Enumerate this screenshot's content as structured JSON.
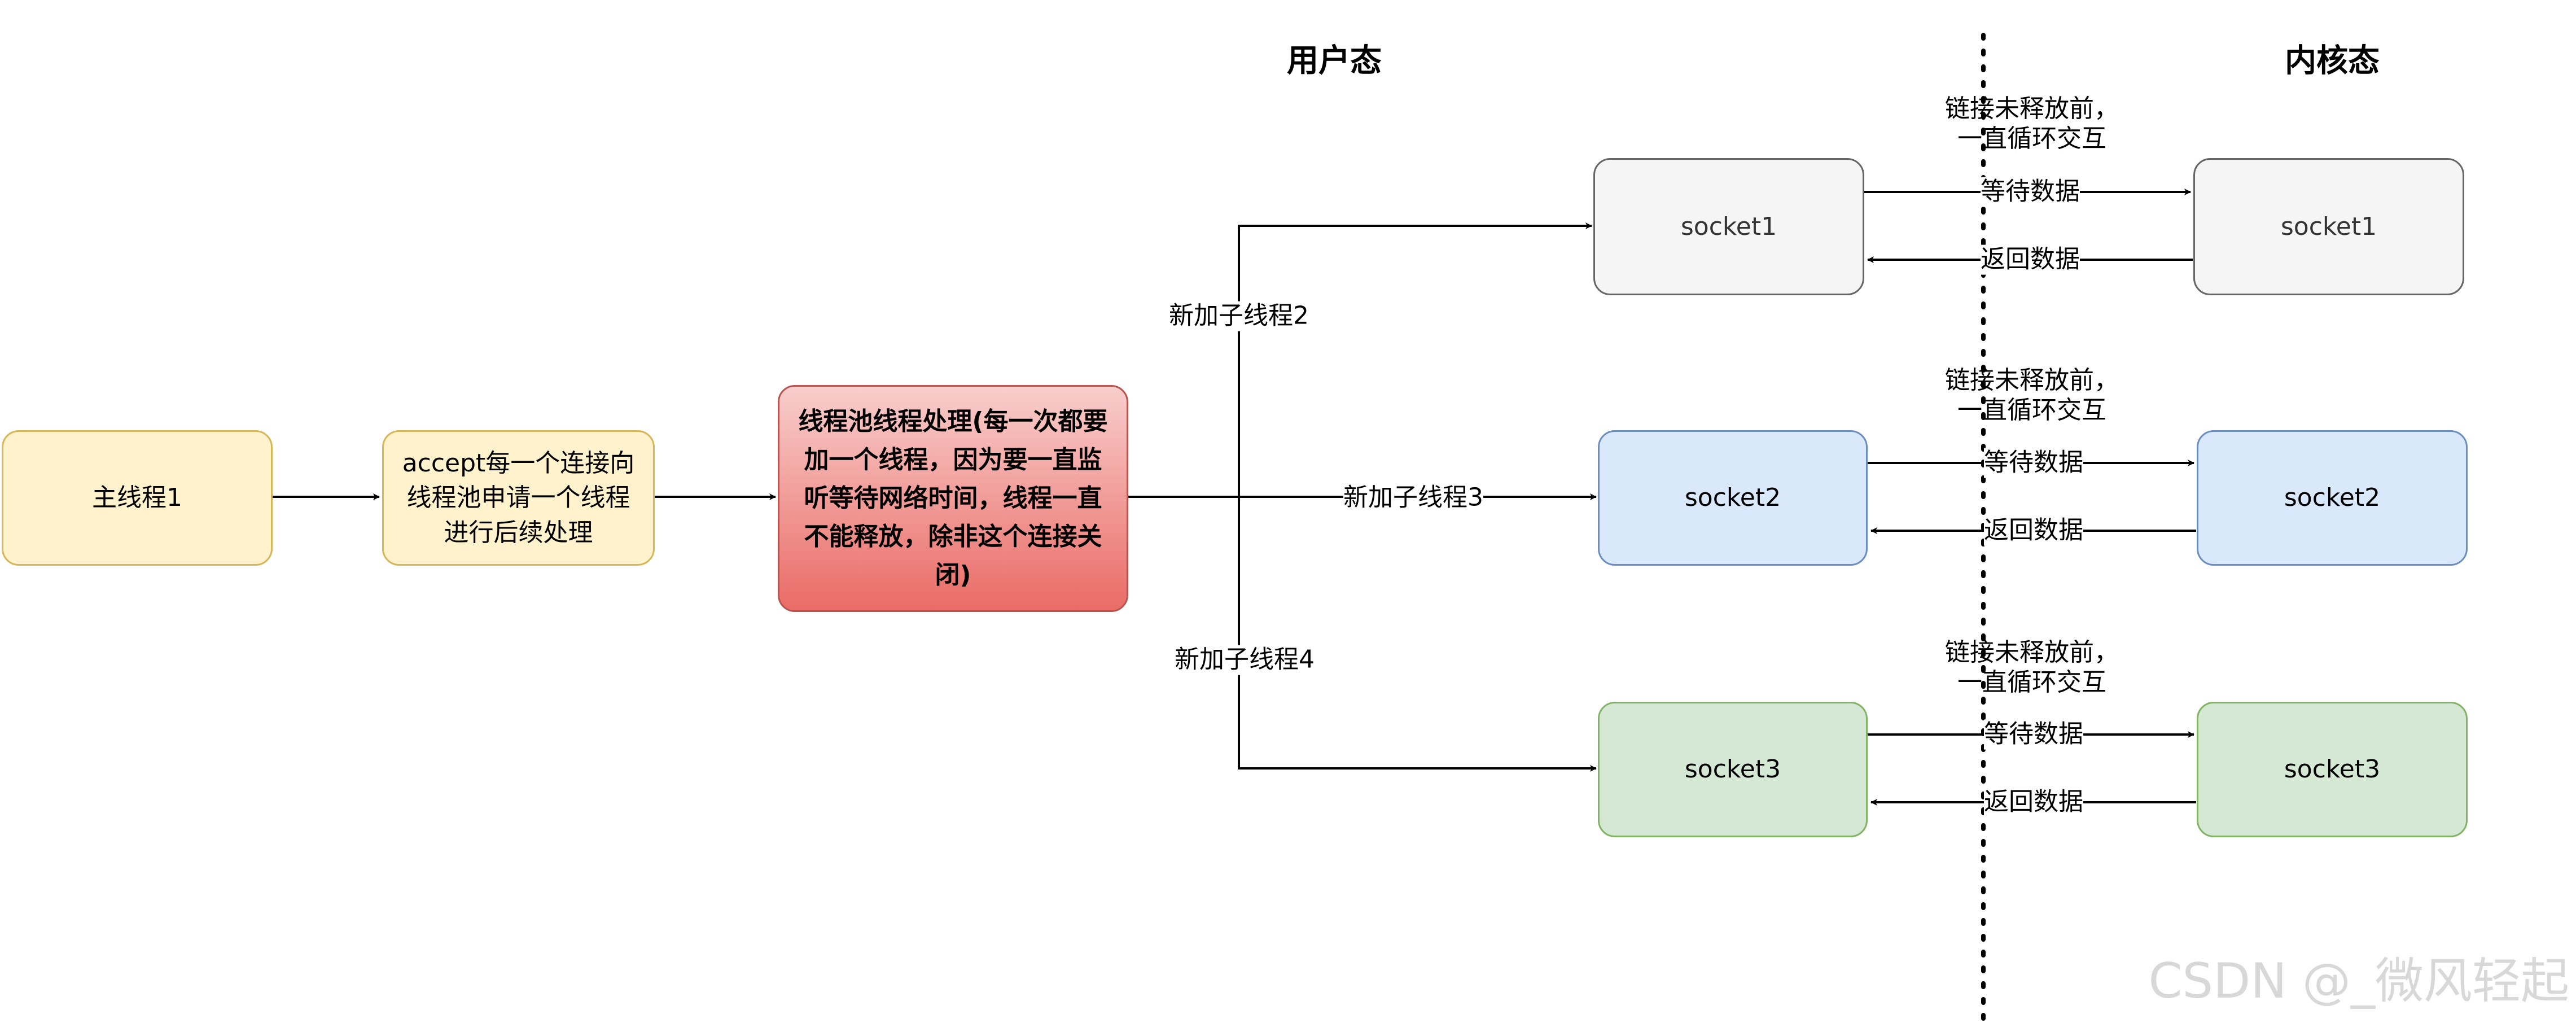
{
  "headings": {
    "user_space": "用户态",
    "kernel_space": "内核态"
  },
  "nodes": {
    "main_thread": "主线程1",
    "accept": "accept每一个连接向\n线程池申请一个线程\n进行后续处理",
    "thread_pool": "线程池线程处理(每一次都要\n加一个线程，因为要一直监\n听等待网络时间，线程一直\n不能释放，除非这个连接关\n闭)",
    "user_sockets": [
      "socket1",
      "socket2",
      "socket3"
    ],
    "kernel_sockets": [
      "socket1",
      "socket2",
      "socket3"
    ]
  },
  "edge_labels": {
    "new_threads": [
      "新加子线程2",
      "新加子线程3",
      "新加子线程4"
    ],
    "loop_note": "链接未释放前，\n一直循环交互",
    "wait_data": "等待数据",
    "return_data": "返回数据"
  },
  "colors": {
    "yellow_fill": "#fff2cc",
    "gray_fill": "#f5f5f5",
    "blue_fill": "#dae8fc",
    "green_fill": "#d5e8d4",
    "red_fill_top": "#f8cecc",
    "red_fill_bottom": "#ea6b66"
  },
  "watermark": "CSDN @_微风轻起"
}
